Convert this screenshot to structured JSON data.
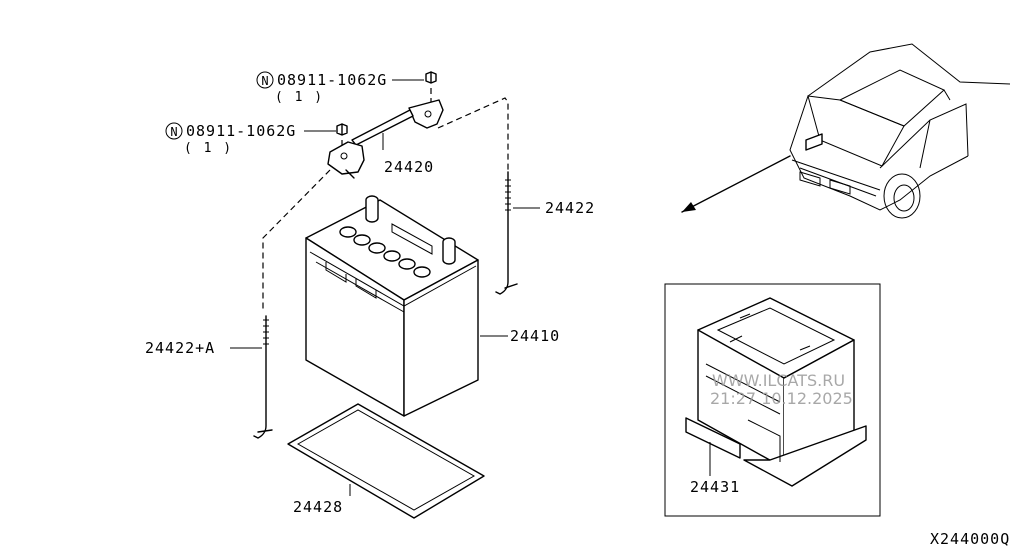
{
  "diagram": {
    "code": "X244000Q",
    "parts": {
      "nut_a": {
        "part_no": "08911-1062G",
        "qty": "( 1 )",
        "symbol": "N"
      },
      "nut_b": {
        "part_no": "08911-1062G",
        "qty": "( 1 )",
        "symbol": "N"
      },
      "frame": "24420",
      "rod": "24422",
      "rod_a": "24422+A",
      "battery": "24410",
      "tray": "24428",
      "cover": "24431"
    },
    "watermark": {
      "line1": "WWW.ILCATS.RU",
      "line2": "21:27 10.12.2025"
    }
  }
}
